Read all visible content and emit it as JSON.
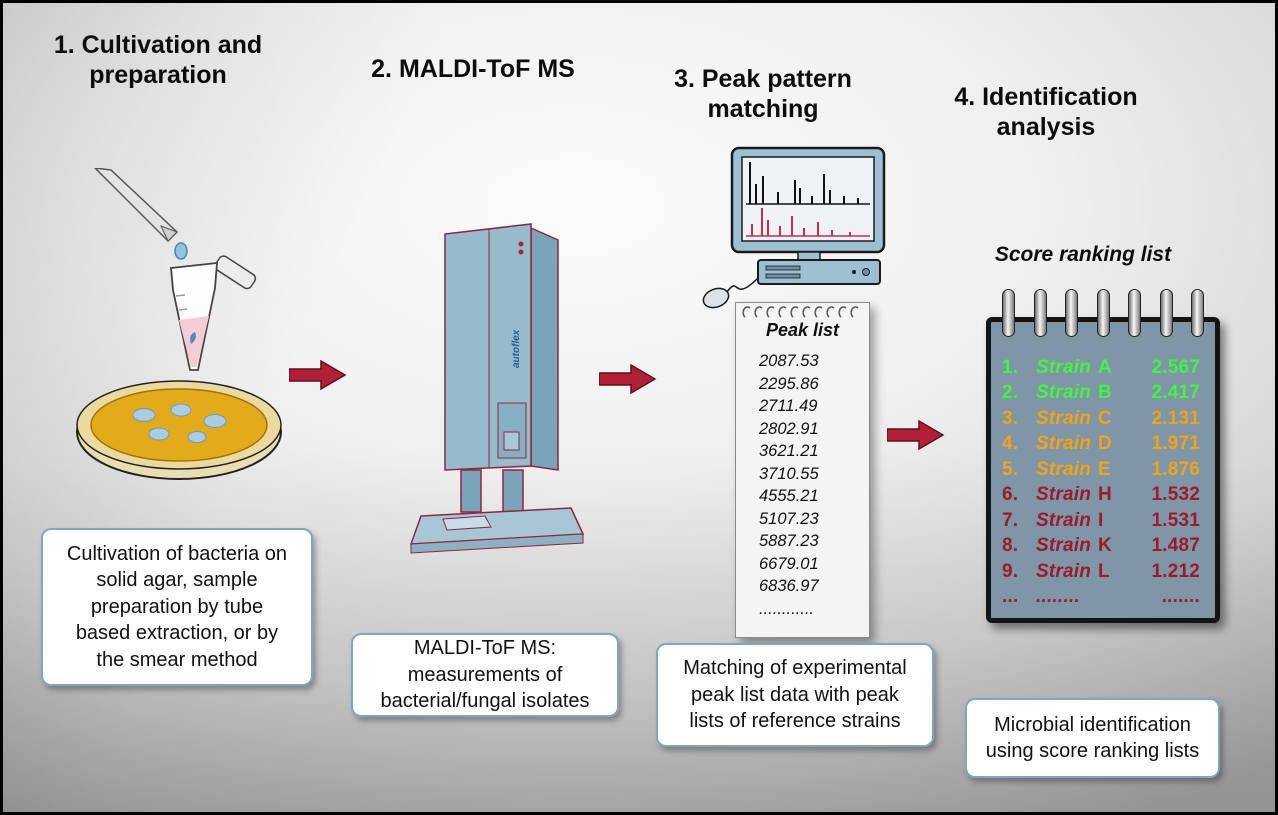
{
  "steps": [
    {
      "title": "1. Cultivation and\npreparation",
      "caption": "Cultivation of bacteria on\nsolid agar, sample\npreparation by tube\nbased extraction, or by\nthe smear method"
    },
    {
      "title": "2. MALDI-ToF MS",
      "caption": "MALDI-ToF MS:\nmeasurements of\nbacterial/fungal isolates"
    },
    {
      "title": "3. Peak pattern\nmatching",
      "caption": "Matching of experimental\npeak list data with peak\nlists of reference strains"
    },
    {
      "title": "4. Identification\nanalysis",
      "caption": "Microbial identification\nusing score ranking lists"
    }
  ],
  "peak_list": {
    "title": "Peak list",
    "values": [
      "2087.53",
      "2295.86",
      "2711.49",
      "2802.91",
      "3621.21",
      "3710.55",
      "4555.21",
      "5107.23",
      "5887.23",
      "6679.01",
      "6836.97",
      "............"
    ]
  },
  "score_ranking": {
    "label": "Score ranking list",
    "rows": [
      {
        "rank": "1.",
        "strain": "Strain",
        "letter": "A",
        "score": "2.567",
        "color": "#46f046"
      },
      {
        "rank": "2.",
        "strain": "Strain",
        "letter": "B",
        "score": "2.417",
        "color": "#46f046"
      },
      {
        "rank": "3.",
        "strain": "Strain",
        "letter": "C",
        "score": "2.131",
        "color": "#f0a21c"
      },
      {
        "rank": "4.",
        "strain": "Strain",
        "letter": "D",
        "score": "1.971",
        "color": "#f0a21c"
      },
      {
        "rank": "5.",
        "strain": "Strain",
        "letter": "E",
        "score": "1.876",
        "color": "#f0a21c"
      },
      {
        "rank": "6.",
        "strain": "Strain",
        "letter": "H",
        "score": "1.532",
        "color": "#9c1a2e"
      },
      {
        "rank": "7.",
        "strain": "Strain",
        "letter": "I",
        "score": "1.531",
        "color": "#9c1a2e"
      },
      {
        "rank": "8.",
        "strain": "Strain",
        "letter": "K",
        "score": "1.487",
        "color": "#9c1a2e"
      },
      {
        "rank": "9.",
        "strain": "Strain",
        "letter": "L",
        "score": "1.212",
        "color": "#9c1a2e"
      },
      {
        "rank": "...",
        "strain": "........",
        "letter": "",
        "score": ".......",
        "color": "#9c1a2e"
      }
    ]
  },
  "instrument": {
    "brand_label": "autoflex"
  },
  "colors": {
    "arrow": "#b02038",
    "instrument_body": "#97bacd",
    "instrument_outline": "#8b2741",
    "notebook_page": "#7e96a6",
    "score_high": "#46f046",
    "score_mid": "#f0a21c",
    "score_low": "#9c1a2e",
    "caption_border": "#7fa6bd",
    "agar": "#e3aa1c",
    "colony": "#aacde2"
  }
}
